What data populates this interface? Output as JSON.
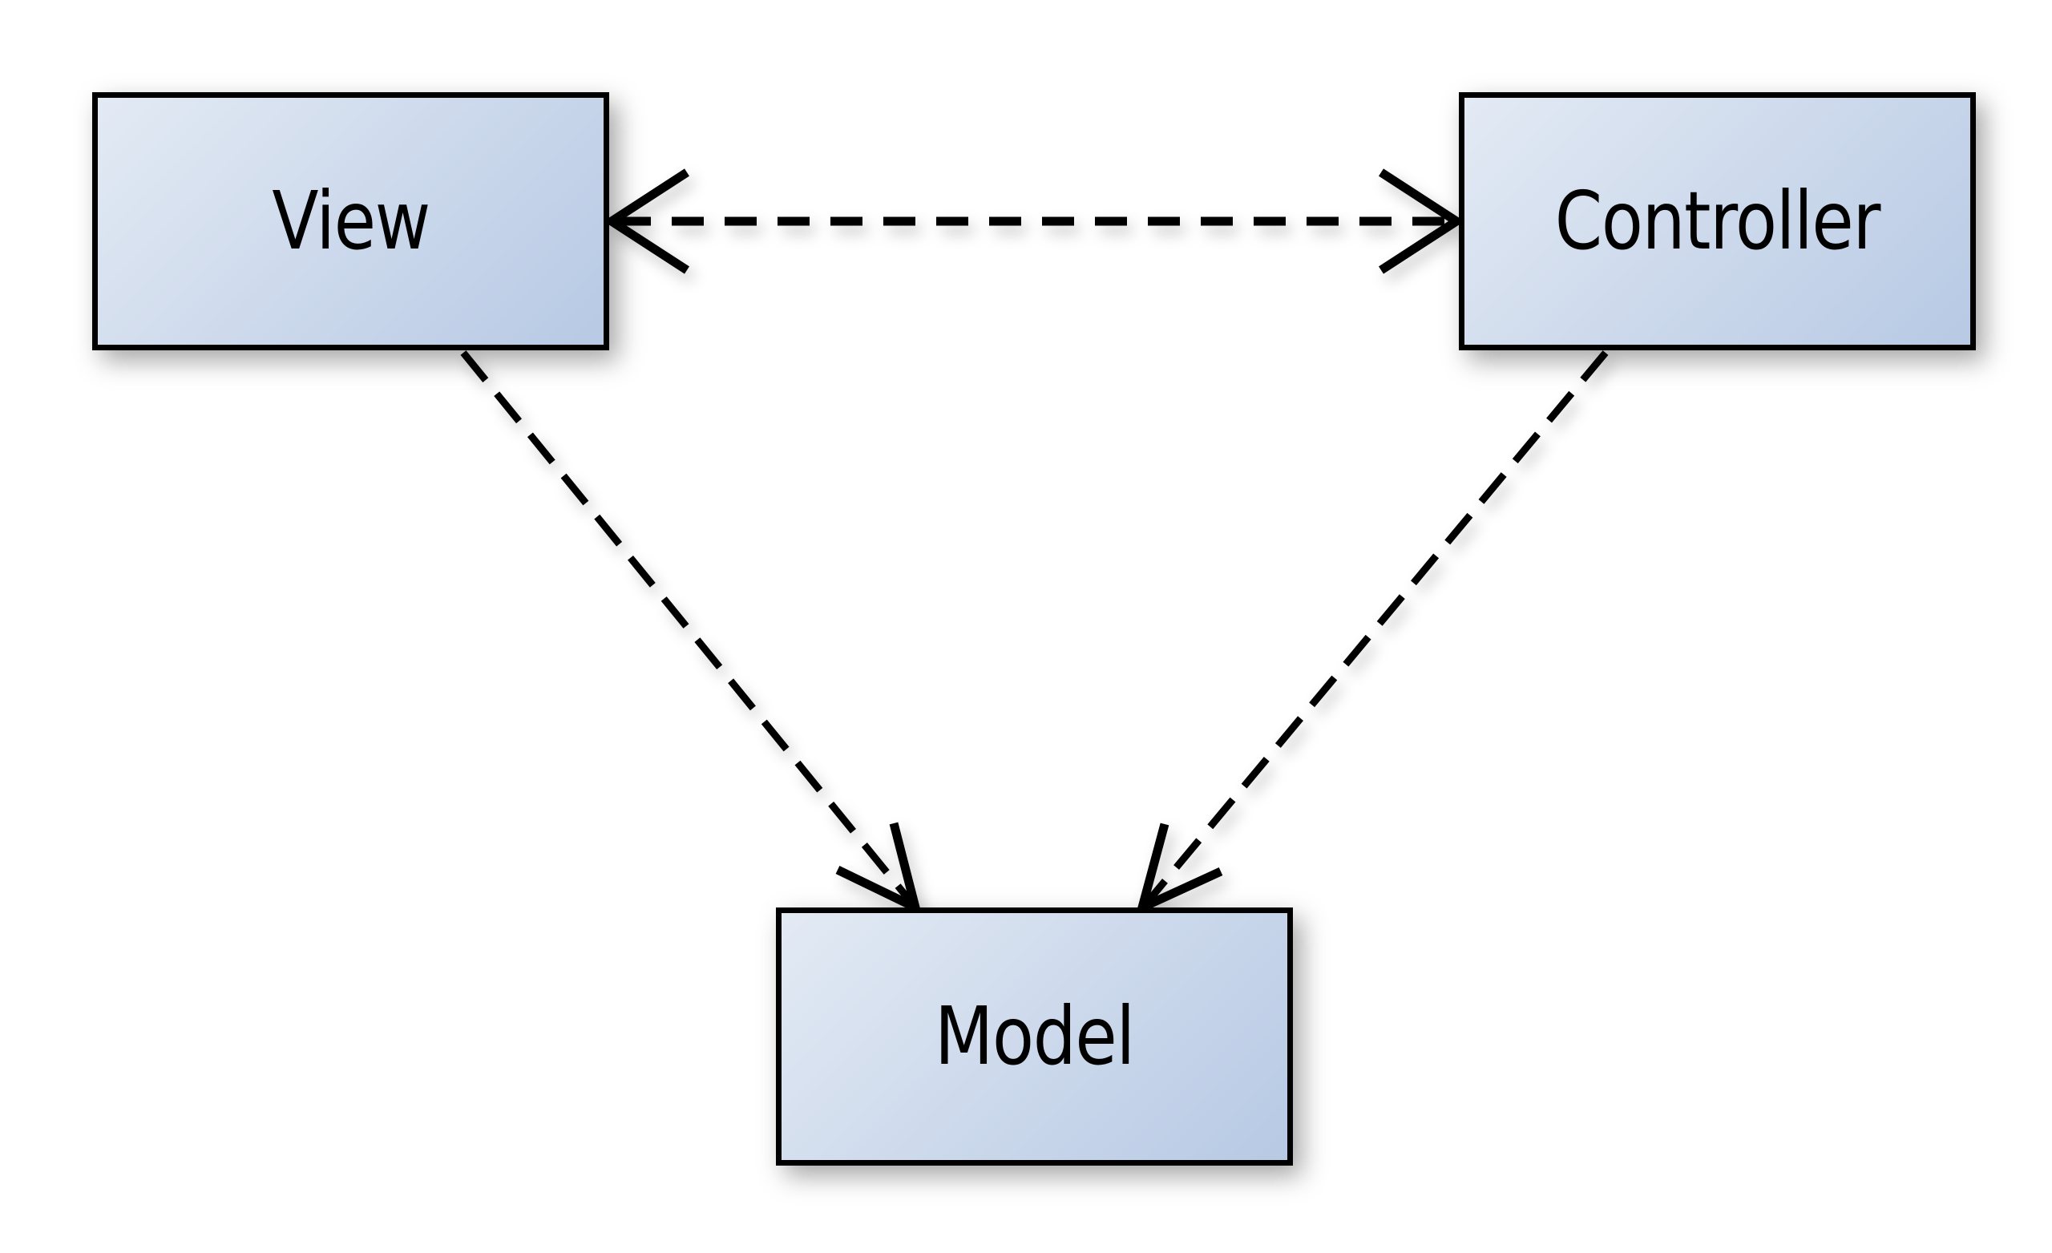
{
  "diagram": {
    "type": "uml-dependency-diagram",
    "nodes": [
      {
        "id": "view",
        "label": "View"
      },
      {
        "id": "controller",
        "label": "Controller"
      },
      {
        "id": "model",
        "label": "Model"
      }
    ],
    "edges": [
      {
        "from": "view",
        "to": "controller",
        "line_style": "dashed",
        "arrows": "both-open"
      },
      {
        "from": "view",
        "to": "model",
        "line_style": "dashed",
        "arrows": "end-open"
      },
      {
        "from": "controller",
        "to": "model",
        "line_style": "dashed",
        "arrows": "end-open"
      }
    ]
  },
  "colors": {
    "node_fill_light": "#e3eaf4",
    "node_fill_dark": "#b7c9e4",
    "node_border": "#000000",
    "edge": "#000000",
    "background": "#ffffff"
  }
}
